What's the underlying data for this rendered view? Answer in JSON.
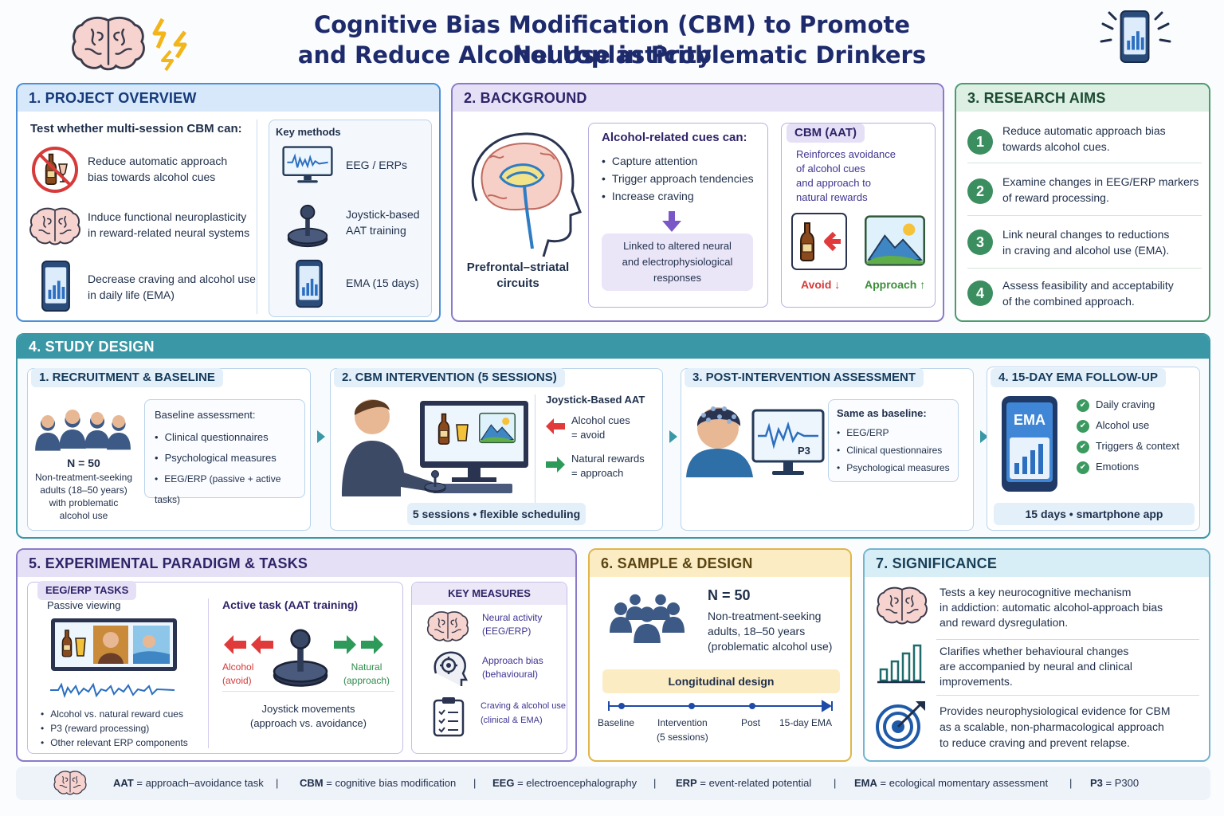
{
  "title": {
    "line1": "Cognitive Bias Modification (CBM) to Promote Neuroplasticity",
    "line2": "and Reduce Alcohol Use in Problematic Drinkers"
  },
  "colors": {
    "blue": "#4c8fd6",
    "purple": "#8a7bc9",
    "green": "#4c9a6e",
    "teal": "#3a97a6",
    "gold": "#e0b64a",
    "red": "#d63a3a"
  },
  "overview": {
    "heading": "1. PROJECT OVERVIEW",
    "lead": "Test whether multi-session CBM can:",
    "items": [
      {
        "icon": "no-alcohol-icon",
        "text1": "Reduce automatic approach",
        "text2": "bias towards alcohol cues"
      },
      {
        "icon": "brain-icon",
        "text1": "Induce functional neuroplasticity",
        "text2": "in reward-related neural systems"
      },
      {
        "icon": "smartphone-icon",
        "text1": "Decrease craving and alcohol use",
        "text2": "in daily life (EMA)"
      }
    ],
    "methods_heading": "Key methods",
    "methods": [
      {
        "icon": "eeg-monitor-icon",
        "text1": "EEG / ERPs",
        "text2": ""
      },
      {
        "icon": "joystick-icon",
        "text1": "Joystick-based",
        "text2": "AAT training"
      },
      {
        "icon": "phone-app-icon",
        "text1": "EMA (15 days)",
        "text2": ""
      }
    ]
  },
  "background": {
    "heading": "2. BACKGROUND",
    "brain_caption1": "Prefrontal–striatal",
    "brain_caption2": "circuits",
    "cues_heading": "Alcohol-related cues can:",
    "cues": [
      "Capture attention",
      "Trigger approach tendencies",
      "Increase craving"
    ],
    "linked1": "Linked to altered neural",
    "linked2": "and electrophysiological",
    "linked3": "responses",
    "cbm_heading": "CBM (AAT)",
    "cbm1": "Reinforces avoidance",
    "cbm2": "of alcohol cues",
    "cbm3": "and approach to",
    "cbm4": "natural rewards",
    "avoid": "Avoid ↓",
    "approach": "Approach ↑"
  },
  "aims": {
    "heading": "3. RESEARCH AIMS",
    "items": [
      {
        "n": "1",
        "t1": "Reduce automatic approach bias",
        "t2": "towards alcohol cues."
      },
      {
        "n": "2",
        "t1": "Examine changes in EEG/ERP markers",
        "t2": "of reward processing."
      },
      {
        "n": "3",
        "t1": "Link neural changes to reductions",
        "t2": "in craving and alcohol use (EMA)."
      },
      {
        "n": "4",
        "t1": "Assess feasibility and acceptability",
        "t2": "of the combined approach."
      }
    ]
  },
  "design": {
    "heading": "4. STUDY DESIGN",
    "s1": {
      "heading": "1. RECRUITMENT & BASELINE",
      "n": "N = 50",
      "desc1": "Non-treatment-seeking",
      "desc2": "adults (18–50 years)",
      "desc3": "with problematic",
      "desc4": "alcohol use",
      "base_heading": "Baseline assessment:",
      "base": [
        "Clinical questionnaires",
        "Psychological measures",
        "EEG/ERP (passive + active tasks)"
      ]
    },
    "s2": {
      "heading": "2. CBM INTERVENTION (5 SESSIONS)",
      "aat": "Joystick-Based AAT",
      "a1": "Alcohol cues",
      "a2": "= avoid",
      "n1": "Natural rewards",
      "n2": "= approach",
      "footer": "5 sessions  •  flexible scheduling"
    },
    "s3": {
      "heading": "3. POST-INTERVENTION ASSESSMENT",
      "p3": "P3",
      "same": "Same as baseline:",
      "items": [
        "EEG/ERP",
        "Clinical questionnaires",
        "Psychological measures"
      ]
    },
    "s4": {
      "heading": "4. 15-DAY EMA FOLLOW-UP",
      "ema": "EMA",
      "items": [
        "Daily craving",
        "Alcohol use",
        "Triggers & context",
        "Emotions"
      ],
      "footer": "15 days  •  smartphone app"
    }
  },
  "paradigm": {
    "heading": "5. EXPERIMENTAL PARADIGM & TASKS",
    "eeg_heading": "EEG/ERP TASKS",
    "passive": "Passive viewing",
    "passive_items": [
      "Alcohol vs. natural reward cues",
      "P3 (reward processing)",
      "Other relevant ERP components"
    ],
    "active": "Active task (AAT training)",
    "alcohol": "Alcohol",
    "alcohol2": "(avoid)",
    "natural": "Natural",
    "natural2": "(approach)",
    "joy1": "Joystick movements",
    "joy2": "(approach vs. avoidance)",
    "measures_heading": "KEY MEASURES",
    "measures": [
      {
        "icon": "brain-icon",
        "t1": "Neural activity",
        "t2": "(EEG/ERP)"
      },
      {
        "icon": "head-gear-icon",
        "t1": "Approach bias",
        "t2": "(behavioural)"
      },
      {
        "icon": "clipboard-icon",
        "t1": "Craving & alcohol use",
        "t2": "(clinical & EMA)"
      }
    ]
  },
  "sample": {
    "heading": "6. SAMPLE & DESIGN",
    "n": "N = 50",
    "d1": "Non-treatment-seeking",
    "d2": "adults, 18–50 years",
    "d3": "(problematic alcohol use)",
    "long": "Longitudinal design",
    "timeline": [
      "Baseline",
      "Intervention",
      "Post",
      "15-day EMA"
    ],
    "timeline_sub": "(5 sessions)"
  },
  "significance": {
    "heading": "7. SIGNIFICANCE",
    "items": [
      {
        "icon": "brain-icon",
        "t1": "Tests a key neurocognitive mechanism",
        "t2": "in addiction: automatic alcohol-approach bias",
        "t3": "and reward dysregulation."
      },
      {
        "icon": "bar-chart-icon",
        "t1": "Clarifies whether behavioural changes",
        "t2": "are accompanied by neural and clinical",
        "t3": "improvements."
      },
      {
        "icon": "target-icon",
        "t1": "Provides neurophysiological evidence for CBM",
        "t2": "as a scalable, non-pharmacological approach",
        "t3": "to reduce craving and prevent relapse."
      }
    ]
  },
  "glossary": [
    {
      "k": "AAT",
      "v": "approach–avoidance task"
    },
    {
      "k": "CBM",
      "v": "cognitive bias modification"
    },
    {
      "k": "EEG",
      "v": "electroencephalography"
    },
    {
      "k": "ERP",
      "v": "event-related potential"
    },
    {
      "k": "EMA",
      "v": "ecological momentary assessment"
    },
    {
      "k": "P3",
      "v": "P300"
    }
  ]
}
